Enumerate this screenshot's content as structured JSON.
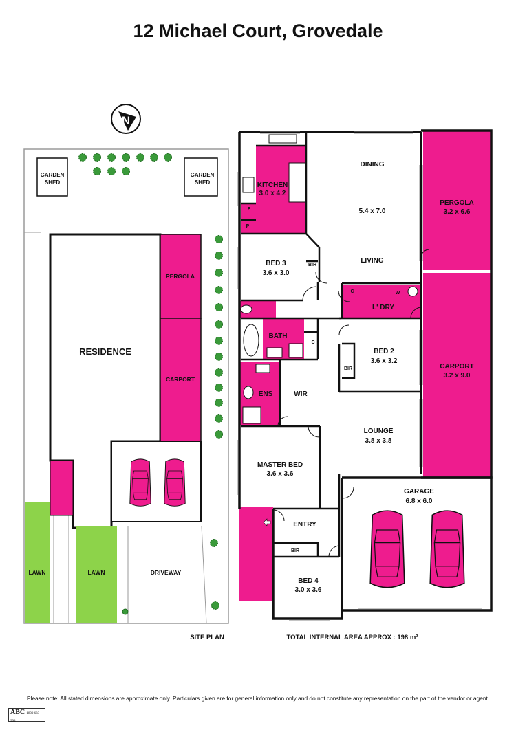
{
  "title": "12 Michael Court, Grovedale",
  "compass": {
    "letter": "N"
  },
  "site_plan": {
    "caption": "SITE PLAN",
    "labels": {
      "garden_shed_1": [
        "GARDEN",
        "SHED"
      ],
      "garden_shed_2": [
        "GARDEN",
        "SHED"
      ],
      "residence": "RESIDENCE",
      "pergola": "PERGOLA",
      "carport": "CARPORT",
      "lawn_1": "LAWN",
      "lawn_2": "LAWN",
      "driveway": "DRIVEWAY"
    }
  },
  "floor_plan": {
    "total_area": "TOTAL INTERNAL AREA APPROX : 198 m²",
    "rooms": {
      "dining": {
        "name": "DINING",
        "size": "5.4 x 7.0"
      },
      "living": {
        "name": "LIVING"
      },
      "kitchen": {
        "name": "KITCHEN",
        "size": "3.0 x 4.2"
      },
      "pergola": {
        "name": "PERGOLA",
        "size": "3.2 x 6.6"
      },
      "bed3": {
        "name": "BED 3",
        "size": "3.6 x 3.0"
      },
      "laundry": {
        "name": "L' DRY"
      },
      "bath": {
        "name": "BATH"
      },
      "bed2": {
        "name": "BED 2",
        "size": "3.6 x 3.2"
      },
      "carport": {
        "name": "CARPORT",
        "size": "3.2 x 9.0"
      },
      "ens": {
        "name": "ENS"
      },
      "wir": {
        "name": "WIR"
      },
      "lounge": {
        "name": "LOUNGE",
        "size": "3.8 x 3.8"
      },
      "master": {
        "name": "MASTER BED",
        "size": "3.6 x 3.6"
      },
      "garage": {
        "name": "GARAGE",
        "size": "6.8 x 6.0"
      },
      "entry": {
        "name": "ENTRY"
      },
      "bed4": {
        "name": "BED 4",
        "size": "3.0 x 3.6"
      }
    },
    "small_labels": {
      "f": "F",
      "p": "P",
      "bir_bed3": "BIR",
      "bir_bed2": "BIR",
      "bir_bed4": "BIR",
      "c_laundry": "C",
      "w_laundry": "W",
      "c_bath": "C"
    }
  },
  "colors": {
    "magenta": "#ee1c8e",
    "lawn": "#8dd34a",
    "tree": "#3a9a3a",
    "wall": "#111111",
    "boundary": "#9a9a9a"
  },
  "disclaimer": "Please note: All stated dimensions are approximate only. Particulars given are for general information only and do not constitute any representation on the part of the vendor or agent.",
  "logo": {
    "brand": "ABC",
    "phone": "1800 633 998"
  }
}
